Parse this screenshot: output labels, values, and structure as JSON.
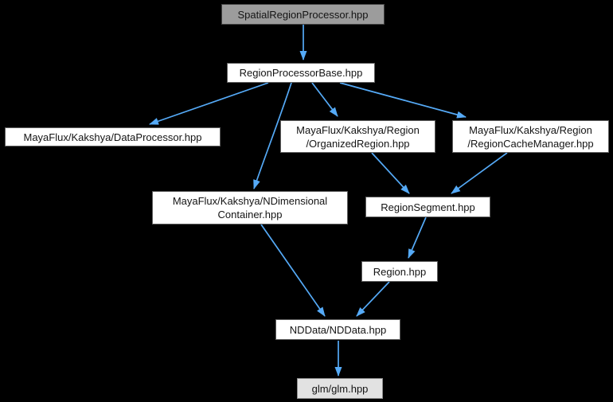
{
  "diagram": {
    "title": "SpatialRegionProcessor.hpp include dependency graph",
    "type": "include-dependency-graph",
    "colors": {
      "background": "#000000",
      "edge": "#55aaf7",
      "node-fill": "#ffffff",
      "node-border": "#5f5f5f",
      "root-fill": "#9c9c9c",
      "root-border": "#434343",
      "external-fill": "#e2e2e2",
      "external-border": "#8e8e8e",
      "text": "#141414"
    },
    "nodes": [
      {
        "id": "spatial-region-processor",
        "label": "SpatialRegionProcessor.hpp",
        "role": "root"
      },
      {
        "id": "region-processor-base",
        "label": "RegionProcessorBase.hpp",
        "role": "internal"
      },
      {
        "id": "data-processor",
        "label": "MayaFlux/Kakshya/DataProcessor.hpp",
        "role": "internal"
      },
      {
        "id": "organized-region",
        "label": "MayaFlux/Kakshya/Region\n/OrganizedRegion.hpp",
        "role": "internal"
      },
      {
        "id": "region-cache-manager",
        "label": "MayaFlux/Kakshya/Region\n/RegionCacheManager.hpp",
        "role": "internal"
      },
      {
        "id": "ndimensional-container",
        "label": "MayaFlux/Kakshya/NDimensional\nContainer.hpp",
        "role": "internal"
      },
      {
        "id": "region-segment",
        "label": "RegionSegment.hpp",
        "role": "internal"
      },
      {
        "id": "region",
        "label": "Region.hpp",
        "role": "internal"
      },
      {
        "id": "nddata",
        "label": "NDData/NDData.hpp",
        "role": "internal"
      },
      {
        "id": "glm",
        "label": "glm/glm.hpp",
        "role": "external"
      }
    ],
    "edges": [
      {
        "from": "spatial-region-processor",
        "to": "region-processor-base"
      },
      {
        "from": "region-processor-base",
        "to": "data-processor"
      },
      {
        "from": "region-processor-base",
        "to": "ndimensional-container"
      },
      {
        "from": "region-processor-base",
        "to": "organized-region"
      },
      {
        "from": "region-processor-base",
        "to": "region-cache-manager"
      },
      {
        "from": "organized-region",
        "to": "region-segment"
      },
      {
        "from": "region-cache-manager",
        "to": "region-segment"
      },
      {
        "from": "region-segment",
        "to": "region"
      },
      {
        "from": "ndimensional-container",
        "to": "nddata"
      },
      {
        "from": "region",
        "to": "nddata"
      },
      {
        "from": "nddata",
        "to": "glm"
      }
    ]
  }
}
